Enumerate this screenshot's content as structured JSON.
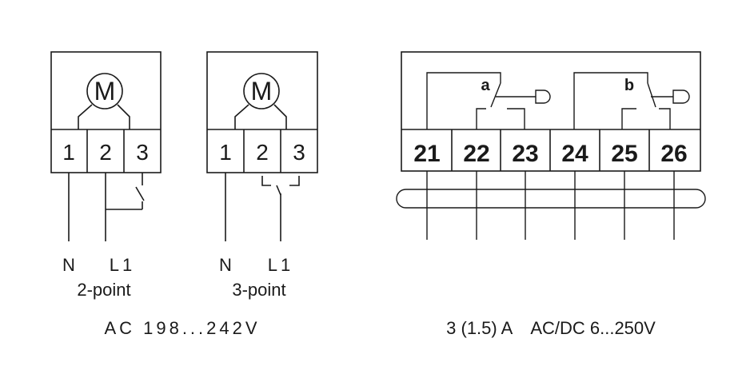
{
  "left": {
    "two_point": {
      "motor": "M",
      "terminals": [
        "1",
        "2",
        "3"
      ],
      "wire_labels": [
        "N",
        "L1"
      ],
      "mode_label": "2-point"
    },
    "three_point": {
      "motor": "M",
      "terminals": [
        "1",
        "2",
        "3"
      ],
      "wire_labels": [
        "N",
        "L1"
      ],
      "mode_label": "3-point"
    },
    "supply_label": "AC 198...242V"
  },
  "right": {
    "terminals": [
      "21",
      "22",
      "23",
      "24",
      "25",
      "26"
    ],
    "contacts": [
      "a",
      "b"
    ],
    "rating_label": "3 (1.5) A    AC/DC 6...250V"
  }
}
